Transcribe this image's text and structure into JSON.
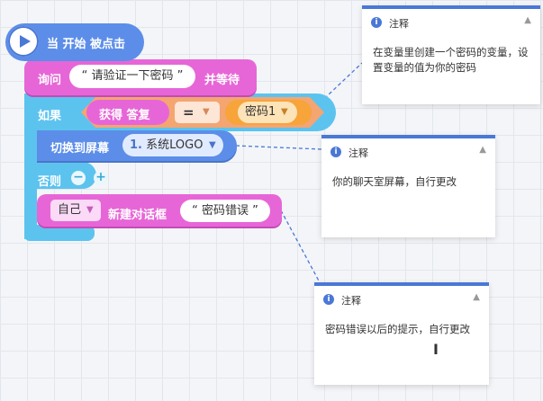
{
  "blocks": {
    "hat_label": "当 开始 被点击",
    "ask": {
      "prefix": "询问",
      "string": "“ 请验证一下密码 ”",
      "suffix": "并等待"
    },
    "if": {
      "label": "如果",
      "else_label": "否则",
      "minus": "−",
      "plus": "+"
    },
    "condition": {
      "left": "获得 答复",
      "operator": "=",
      "right": "密码1"
    },
    "switch_screen": {
      "label": "切换到屏幕",
      "screen_num": "1.",
      "screen_name": " 系统LOGO"
    },
    "dialog": {
      "target": "自己",
      "label": "新建对话框",
      "string": "“ 密码错误 ”"
    }
  },
  "comments": [
    {
      "title": "注释",
      "body": "在变量里创建一个密码的变量，设置变量的值为你的密码"
    },
    {
      "title": "注释",
      "body": "你的聊天室屏幕，自行更改"
    },
    {
      "title": "注释",
      "body": "密码错误以后的提示，自行更改"
    }
  ],
  "colors": {
    "event": "#5c8de8",
    "looks": "#e766d7",
    "control": "#5cc3ef",
    "operator": "#f4a572",
    "variable": "#f7a43a",
    "comment_accent": "#4a78d6"
  },
  "icons": {
    "hat": "play-icon",
    "dropdown": "chevron-down-icon",
    "comment": "info-icon",
    "collapse": "chevron-up-icon",
    "cursor": "text-cursor-icon"
  }
}
